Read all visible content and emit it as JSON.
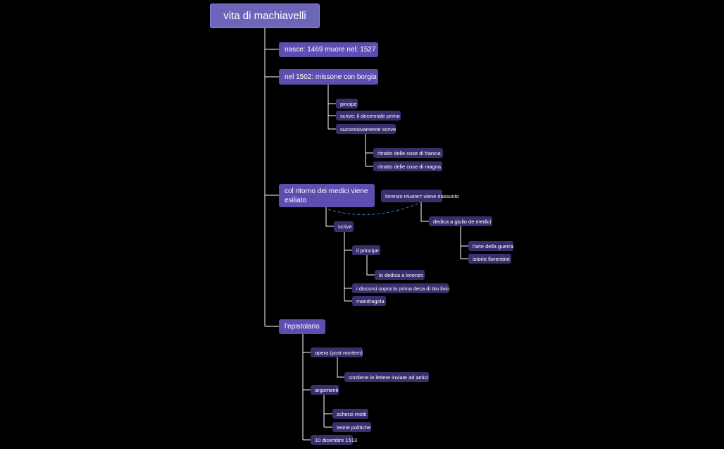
{
  "root": "vita di machiavelli",
  "b1": "nasce: 1469 muore nel: 1527",
  "b2": "nel 1502: missone con borgia",
  "b2_pincipe": "pincipe",
  "b2_scrive": "scrive: il decennale primo",
  "b2_succ": "successivamente scrive",
  "b2_francia": "ritratto delle cose di francia",
  "b2_magna": "ritratto delle cose di magna",
  "b3": "col ritorno dei medici viene esiliato",
  "b3_lorenzo": "lorenzo muore= viene riassunto",
  "b3_dedica": "dedica a giulio de medici",
  "b3_guerra": "l'arte della guerra",
  "b3_istorie": "istorie fiorentine",
  "b3_scrive": "scrive",
  "b3_principe": "il principe",
  "b3_dedica_lor": "lo dedica a lorenzo",
  "b3_discorsi": "i discorsi sopra la prima deca di tito livio",
  "b3_mandragola": "mandragola",
  "b4": "l'epistolario",
  "b4_opera": "opera (post mortem)",
  "b4_contiene": "contiene le lettere inviate ad amici",
  "b4_argomenti": "argomenti",
  "b4_scherzi": "scherzi motti",
  "b4_teorie": "teorie politiche",
  "b4_data": "10 dicembre 1513",
  "colors": {
    "root": "#6b66b8",
    "level1": "#5d4fb0",
    "level2": "#3a2f6e",
    "connector": "#ffffff",
    "relation": "#3b7fc4"
  }
}
